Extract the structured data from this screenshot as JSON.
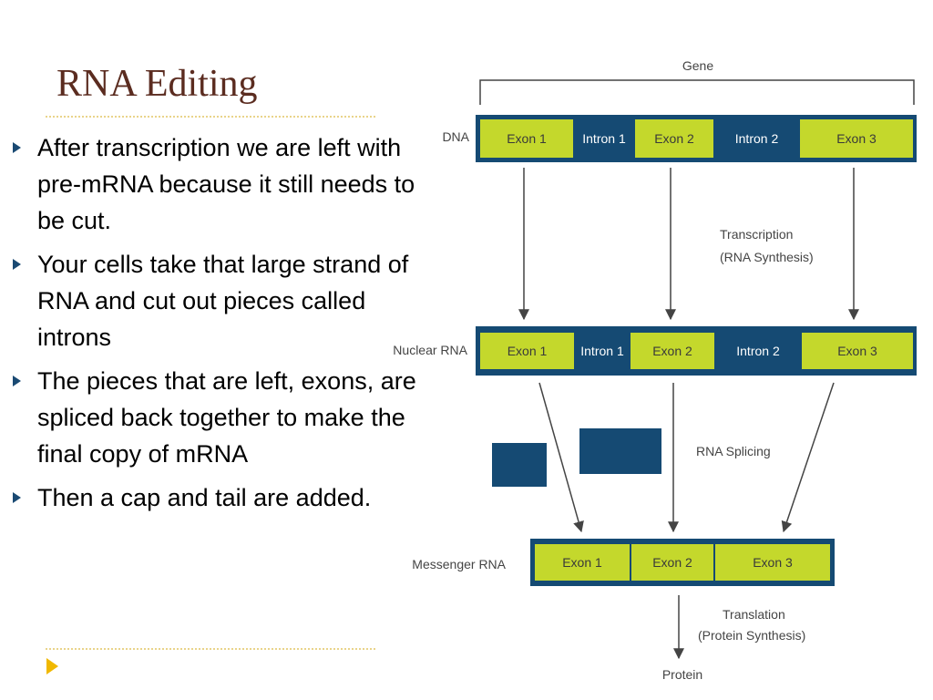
{
  "slide": {
    "title": "RNA Editing",
    "bullets": [
      "After transcription we are left with pre-mRNA because it still needs to be cut.",
      "Your cells take that large strand of RNA and cut out pieces called introns",
      "The pieces that are left, exons, are spliced back together to make the final copy of mRNA",
      "Then a cap and tail are added."
    ]
  },
  "diagram": {
    "gene_label": "Gene",
    "dna_label": "DNA",
    "nuclear_rna_label": "Nuclear RNA",
    "messenger_rna_label": "Messenger RNA",
    "protein_label": "Protein",
    "transcription_label": [
      "Transcription",
      "(RNA Synthesis)"
    ],
    "splicing_label": "RNA Splicing",
    "translation_label": [
      "Translation",
      "(Protein Synthesis)"
    ],
    "dna_segments": [
      {
        "text": "Exon 1",
        "kind": "exon"
      },
      {
        "text": "Intron 1",
        "kind": "intron"
      },
      {
        "text": "Exon 2",
        "kind": "exon"
      },
      {
        "text": "Intron 2",
        "kind": "intron"
      },
      {
        "text": "Exon 3",
        "kind": "exon"
      }
    ],
    "nuclear_segments": [
      {
        "text": "Exon 1",
        "kind": "exon"
      },
      {
        "text": "Intron 1",
        "kind": "intron"
      },
      {
        "text": "Exon 2",
        "kind": "exon"
      },
      {
        "text": "Intron 2",
        "kind": "intron"
      },
      {
        "text": "Exon 3",
        "kind": "exon"
      }
    ],
    "mrna_segments": [
      {
        "text": "Exon 1",
        "kind": "exon"
      },
      {
        "text": "Exon 2",
        "kind": "exon"
      },
      {
        "text": "Exon 3",
        "kind": "exon"
      }
    ],
    "colors": {
      "exon": "#c4d82c",
      "intron": "#154a73",
      "arrow": "#444444"
    }
  }
}
